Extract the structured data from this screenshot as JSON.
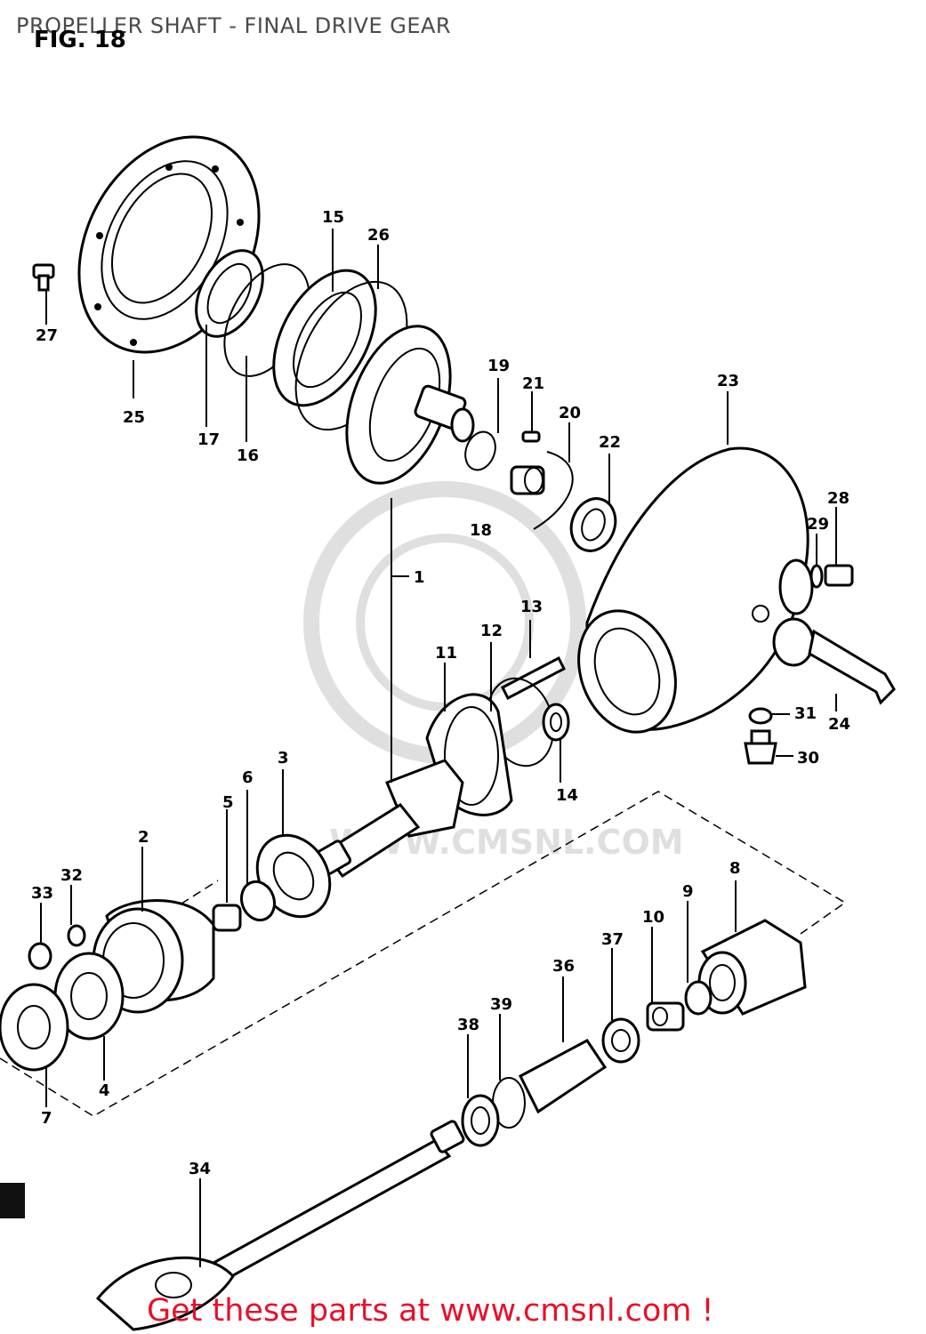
{
  "header": {
    "title": "PROPELLER SHAFT - FINAL DRIVE GEAR",
    "figure_label": "FIG. 18"
  },
  "watermark": {
    "text": "WWW.CMSNL.COM"
  },
  "callouts": {
    "c1": "1",
    "c2": "2",
    "c3": "3",
    "c4": "4",
    "c5": "5",
    "c6": "6",
    "c7": "7",
    "c8": "8",
    "c9": "9",
    "c10": "10",
    "c11": "11",
    "c12": "12",
    "c13": "13",
    "c14": "14",
    "c15": "15",
    "c16": "16",
    "c17": "17",
    "c18": "18",
    "c19": "19",
    "c20": "20",
    "c21": "21",
    "c22": "22",
    "c23": "23",
    "c24": "24",
    "c25": "25",
    "c26": "26",
    "c27": "27",
    "c28": "28",
    "c29": "29",
    "c30": "30",
    "c31": "31",
    "c32": "32",
    "c33": "33",
    "c34": "34",
    "c36": "36",
    "c37": "37",
    "c38": "38",
    "c39": "39"
  },
  "footer": {
    "text": "Get these parts at www.cmsnl.com !",
    "color": "#e8102a"
  }
}
